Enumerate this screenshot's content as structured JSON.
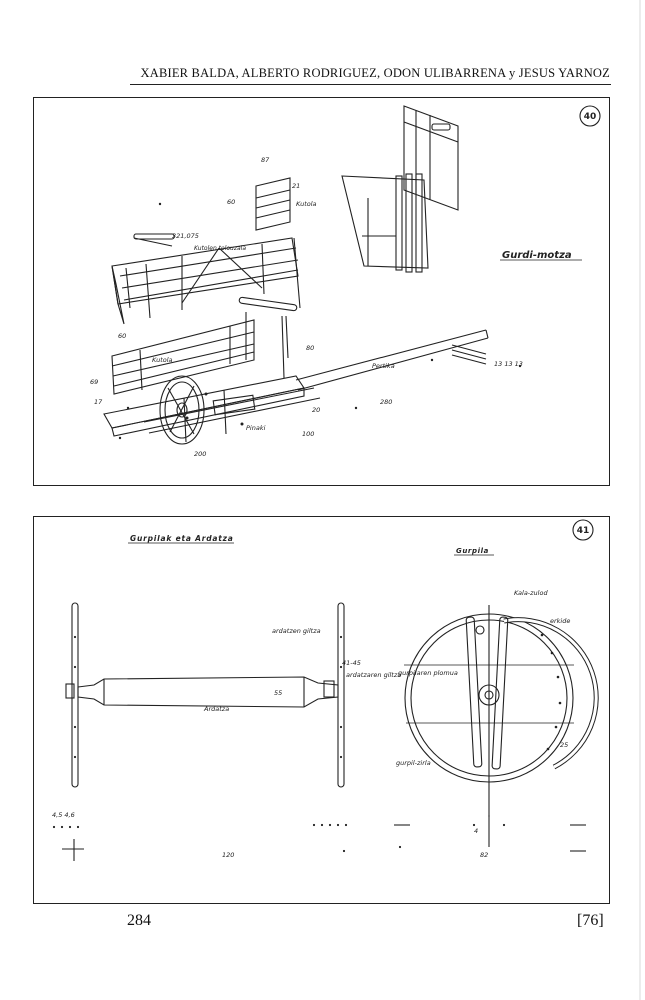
{
  "header": {
    "authors": "XABIER BALDA, ALBERTO RODRIGUEZ, ODON ULIBARRENA y JESUS YARNOZ"
  },
  "plate40": {
    "number": "40",
    "title": "Gurdi-motza",
    "labels": {
      "kutola": "Kutola",
      "kutola_tolouzala": "Kutolen tolouzala",
      "kutola2": "Kutola",
      "pertika": "Pertika",
      "pinaki": "Pinaki"
    },
    "dims": {
      "d87": "87",
      "d60a": "60",
      "d21": "21",
      "d321": "321,075",
      "d60b": "60",
      "d69": "69",
      "d17": "17",
      "d80": "80",
      "d20": "20",
      "d280": "280",
      "d100": "100",
      "d200": "200",
      "d13": "13 13 13"
    }
  },
  "plate41": {
    "number": "41",
    "title": "Gurpilak eta Ardatza",
    "subtitle": "Gurpila",
    "labels": {
      "ardatza": "Ardatza",
      "ardatzaren_gilta": "ardatzen giltza",
      "ardatzaren_gilta2": "ardatzaren giltza",
      "gurpilaren_plomua": "gurpilaren plomua",
      "gurpil_zirla": "gurpil-zirla",
      "kala_zulod": "Kala-zulod",
      "erkide": "erkide",
      "d41": "41-45"
    },
    "dims": {
      "d120": "120",
      "d82": "82",
      "d55": "55",
      "d25": "25",
      "d4": "4",
      "left_small": "4,5   4,6"
    }
  },
  "footer": {
    "page_number": "284",
    "bracket_number": "[76]"
  }
}
